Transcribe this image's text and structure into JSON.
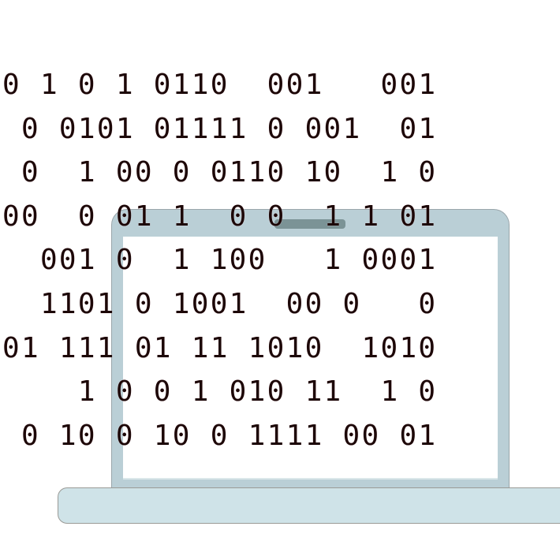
{
  "binary_lines": [
    "0 1 0 1 0110  001   001",
    " 0 0101 01111 0 001  01",
    " 0  1 00 0 0110 10  1 0",
    "00  0 01 1  0 0  1 1 01",
    "  001 0  1 100   1 0001",
    "  1101 0 1001  00 0   0",
    "01 111 01 11 1010  1010",
    "    1 0 0 1 010 11  1 0",
    " 0 10 0 10 0 1111 00 01"
  ],
  "colors": {
    "digits": "#1c0707",
    "laptop_frame": "#bacfd6",
    "laptop_base": "#cfe3e8",
    "camera": "#7b9396",
    "screen": "#ffffff"
  }
}
